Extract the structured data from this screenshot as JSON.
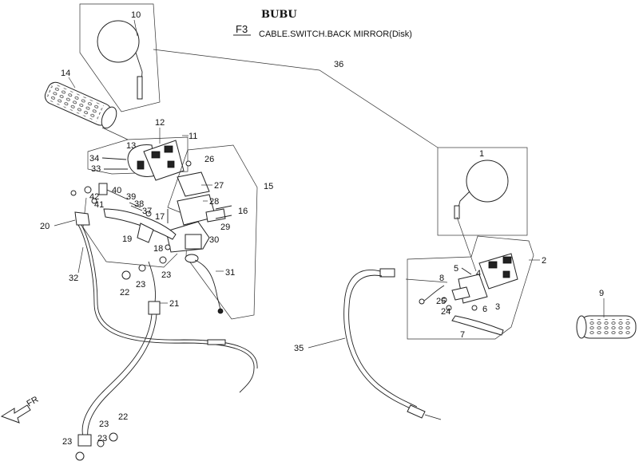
{
  "header": {
    "brand": "BUBU",
    "section": "F3",
    "title": "CABLE.SWITCH.BACK  MIRROR(Disk)"
  },
  "direction_label": "FR",
  "callouts": {
    "c1": "1",
    "c2": "2",
    "c3": "3",
    "c4": "4",
    "c5": "5",
    "c6": "6",
    "c7": "7",
    "c8": "8",
    "c9": "9",
    "c10": "10",
    "c11": "11",
    "c12": "12",
    "c13": "13",
    "c14": "14",
    "c15": "15",
    "c16": "16",
    "c17": "17",
    "c18": "18",
    "c19": "19",
    "c20": "20",
    "c21": "21",
    "c22": "22",
    "c23": "23",
    "c24": "24",
    "c25": "25",
    "c26": "26",
    "c27": "27",
    "c28": "28",
    "c29": "29",
    "c30": "30",
    "c31": "31",
    "c32": "32",
    "c33": "33",
    "c34": "34",
    "c35": "35",
    "c36": "36",
    "c37": "37",
    "c38": "38",
    "c39": "39",
    "c40": "40",
    "c41": "41",
    "c42": "42"
  }
}
